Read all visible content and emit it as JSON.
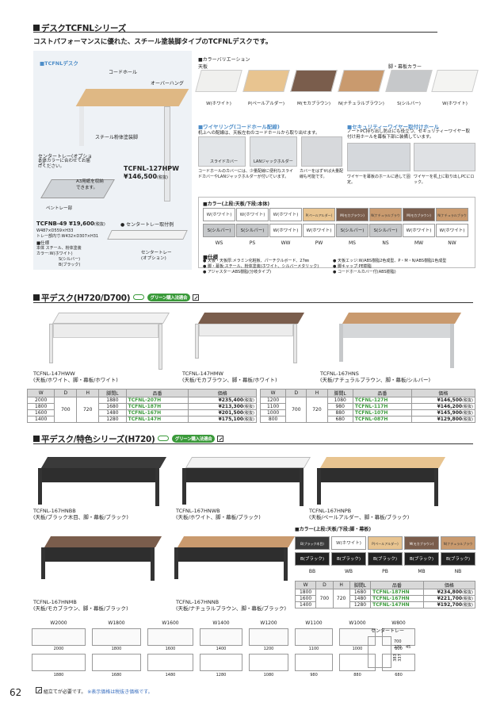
{
  "header": {
    "title": "デスクTCFNLシリーズ",
    "subtitle": "コストパフォーマンスに優れた、スチール塗装脚タイプのTCFNLデスクです。"
  },
  "hero": {
    "label": "TCFNLデスク",
    "callout_cord": "コードホール",
    "callout_over": "オーバーハング",
    "callout_leg": "スチール粉体塗装脚",
    "model": "TCFNL-127HPW",
    "price": "¥146,500",
    "tax": "(税抜)"
  },
  "tray": {
    "title": "センタートレー(オプション)",
    "desc": "本体カラーに合わせてお届けください。",
    "a3": "A3用紙を収納できます。",
    "pen": "ペントレー部",
    "model": "TCFNB-49",
    "price": "¥19,600",
    "tax": "(税抜)",
    "size1": "W487×D559×H33",
    "size2": "トレー部内寸:W432×D307×H31",
    "spec_head": "■仕様",
    "spec1": "本体 スチール、粉体塗装",
    "spec2": "カラー:W(ホワイト)",
    "spec3": "S(シルバー)",
    "spec4": "B(ブラック)",
    "example": "● センタートレー取付例",
    "example_lbl1": "センタートレー",
    "example_lbl2": "(オプション)"
  },
  "colors": {
    "head": "■カラーバリエーション",
    "top_label": "天板",
    "leg_label": "脚・幕板カラー",
    "swatches": [
      {
        "name": "W(ホワイト)",
        "color": "#f0f0ee"
      },
      {
        "name": "P(ペールアルダー)",
        "color": "#e8c490"
      },
      {
        "name": "M(モカブラウン)",
        "color": "#7a5d4c"
      },
      {
        "name": "N(ナチュラルブラウン)",
        "color": "#c99a6e"
      },
      {
        "name": "S(シルバー)",
        "color": "#c6c8ca"
      },
      {
        "name": "W(ホワイト)",
        "color": "#f4f4f2"
      }
    ]
  },
  "wiring": {
    "head": "■ワイヤリング(コードホール配線)",
    "desc": "机上への配線は、天板左右のコードホールから取り出せます。",
    "lbl1": "スライドカバー",
    "lbl2": "LANジャックホルダー",
    "cap1": "コードホールのカバーには、少量配線に便利なスライドカバーやLANジャックホルダーが付いています。",
    "cap2": "カバーをはずせば大量配線も可能です。"
  },
  "security": {
    "head": "■セキュリティーワイヤー取付けホール",
    "desc": "ノートPC持ち出し防止にも役立つ、セキュリティーワイヤー取付け用ホールを幕板下部に装備しています。",
    "cap1": "ワイヤーを幕板のホールに通して固定。",
    "cap2": "ワイヤーを机上に取り出しPCにロック。"
  },
  "color_table": {
    "head": "■カラー(上段:天板/下段:本体)",
    "tops": [
      "W(ホワイト)",
      "W(ホワイト)",
      "W(ホワイト)",
      "P(ペールアルダー)",
      "M(モカブラウン)",
      "N(ナチュラルブラウン)",
      "M(モカブラウン)",
      "N(ナチュラルブラウン)"
    ],
    "bodies": [
      "S(シルバー)",
      "S(シルバー)",
      "W(ホワイト)",
      "W(ホワイト)",
      "S(シルバー)",
      "S(シルバー)",
      "W(ホワイト)",
      "W(ホワイト)"
    ],
    "codes": [
      "WS",
      "PS",
      "WW",
      "PW",
      "MS",
      "NS",
      "MW",
      "NW"
    ]
  },
  "spec": {
    "head": "■仕様",
    "l1": "● 天板・天板厚:メラミン化粧板、パーチクルボード、27㎜",
    "l2": "● 脚・幕板:スチール、粉体塗装(ホワイト、シルバーメタリック)",
    "l3": "● アジャスター:ABS樹脂(分岐タイプ)",
    "r1": "● 天板エッジ:W/ABS樹脂2色成型、P・M・N/ABS樹脂1色成型",
    "r2": "● 脚キャップ:PE樹脂",
    "r3": "● コードホールカバー付(ABS樹脂)"
  },
  "sec2": {
    "title": "平デスク(H720/D700)",
    "green": "グリーン購入法適合",
    "d1": {
      "model": "TCFNL-147HWW",
      "desc": "(天板/ホワイト、脚・幕板/ホワイト)"
    },
    "d2": {
      "model": "TCFNL-147HMW",
      "desc": "(天板/モカブラウン、脚・幕板/ホワイト)"
    },
    "d3": {
      "model": "TCFNL-167HNS",
      "desc": "(天板/ナチュラルブラウン、脚・幕板/シルバー)"
    },
    "headers": [
      "W",
      "D",
      "H",
      "脚間L",
      "品番",
      "価格"
    ],
    "left": [
      [
        "2000",
        "1880",
        "TCFNL-207H",
        "¥235,400"
      ],
      [
        "1800",
        "1680",
        "TCFNL-187H",
        "¥213,300"
      ],
      [
        "1600",
        "1480",
        "TCFNL-167H",
        "¥201,500"
      ],
      [
        "1400",
        "1280",
        "TCFNL-147H",
        "¥175,100"
      ]
    ],
    "right": [
      [
        "1200",
        "1080",
        "TCFNL-127H",
        "¥146,500"
      ],
      [
        "1100",
        "980",
        "TCFNL-117H",
        "¥146,200"
      ],
      [
        "1000",
        "880",
        "TCFNL-107H",
        "¥145,900"
      ],
      [
        "800",
        "680",
        "TCFNL-087H",
        "¥129,800"
      ]
    ],
    "d": "700",
    "h": "720",
    "tax": "(税抜)"
  },
  "sec3": {
    "title": "平デスク/特色シリーズ(H720)",
    "green": "グリーン購入法適合",
    "d1": {
      "model": "TCFNL-167HNBB",
      "desc": "(天板/ブラック木目、脚・幕板/ブラック)"
    },
    "d2": {
      "model": "TCFNL-167HNWB",
      "desc": "(天板/ホワイト、脚・幕板/ブラック)"
    },
    "d3": {
      "model": "TCFNL-167HNPB",
      "desc": "(天板/ペールアルダー、脚・幕板/ブラック)"
    },
    "d4": {
      "model": "TCFNL-167HNMB",
      "desc": "(天板/モカブラウン、脚・幕板/ブラック)"
    },
    "d5": {
      "model": "TCFNL-167HNNB",
      "desc": "(天板/ナチュラルブラウン、脚・幕板/ブラック)"
    },
    "color_head": "■カラー(上段:天板/下段:脚・幕板)",
    "tops": [
      "B(ブラック木目)",
      "W(ホワイト)",
      "P(ペールアルダー)",
      "M(モカブラウン)",
      "N(ナチュラルブラウン)"
    ],
    "bodies": [
      "B(ブラック)",
      "B(ブラック)",
      "B(ブラック)",
      "B(ブラック)",
      "B(ブラック)"
    ],
    "codes": [
      "BB",
      "WB",
      "PB",
      "MB",
      "NB"
    ],
    "rows": [
      [
        "1800",
        "1680",
        "TCFNL-187HN",
        "¥234,800"
      ],
      [
        "1600",
        "1480",
        "TCFNL-167HN",
        "¥221,700"
      ],
      [
        "1400",
        "1280",
        "TCFNL-147HN",
        "¥192,700"
      ]
    ],
    "d": "700",
    "h": "720",
    "tax": "(税抜)"
  },
  "dims": {
    "widths": [
      "W2000",
      "W1800",
      "W1600",
      "W1400",
      "W1200",
      "W1100",
      "W1000",
      "W800"
    ],
    "tops": [
      "2000",
      "1800",
      "1600",
      "1400",
      "1200",
      "1100",
      "1000",
      "800"
    ],
    "legs": [
      "1880",
      "1680",
      "1480",
      "1280",
      "1080",
      "980",
      "880",
      "680"
    ],
    "tray": "センタートレー",
    "d1": "700",
    "d2": "270",
    "d3": "45",
    "h1": "383",
    "h2": "337"
  },
  "footer": {
    "page": "62",
    "note": "組立てが必要です。",
    "note2": "※表示価格は税抜き価格です。"
  }
}
